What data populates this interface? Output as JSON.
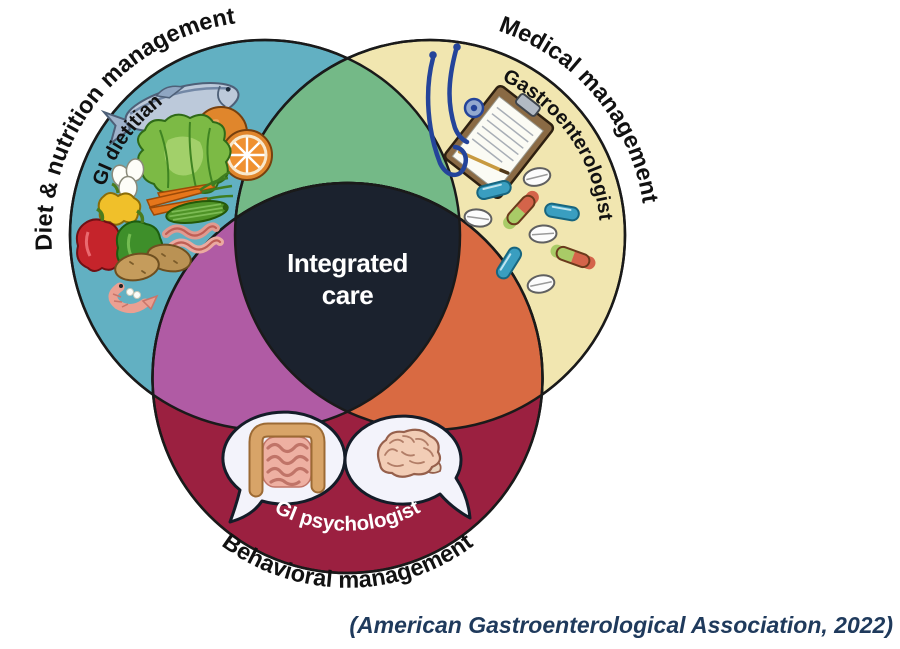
{
  "diagram": {
    "outline_color": "#1a1a1a",
    "circles": {
      "diet": {
        "label": "Diet & nutrition management",
        "role": "GI dietitian",
        "color": "#62b0c2",
        "role_color": "#111111"
      },
      "medical": {
        "label": "Medical management",
        "role": "Gastroenterologist",
        "color": "#f1e6b0",
        "role_color": "#111111"
      },
      "behavioral": {
        "label": "Behavioral management",
        "role": "GI psychologist",
        "color": "#9b2040",
        "role_color": "#ffffff"
      }
    },
    "overlaps": {
      "diet_medical_color": "#74b987",
      "diet_behavioral_color": "#b05ba4",
      "medical_behavioral_color": "#d96a42",
      "center_color": "#1b222e"
    },
    "center": {
      "line1": "Integrated",
      "line2": "care",
      "text_color": "#ffffff"
    },
    "icons": {
      "diet": [
        "fish-icon",
        "orange-icon",
        "orange-slice-icon",
        "lettuce-icon",
        "eggs-icon",
        "yellow-pepper-icon",
        "red-pepper-icon",
        "green-pepper-icon",
        "carrots-icon",
        "cucumber-icon",
        "bacon-icon",
        "potatoes-icon",
        "shrimp-icon"
      ],
      "medical": [
        "stethoscope-icon",
        "clipboard-icon",
        "tablet-icon",
        "blue-capsule-icon",
        "green-red-capsule-icon"
      ],
      "behavioral": [
        "speech-bubble-icon",
        "intestine-icon",
        "brain-icon"
      ]
    }
  },
  "citation": {
    "text": "(American Gastroenterological Association, 2022)",
    "color": "#1f3a5c"
  }
}
